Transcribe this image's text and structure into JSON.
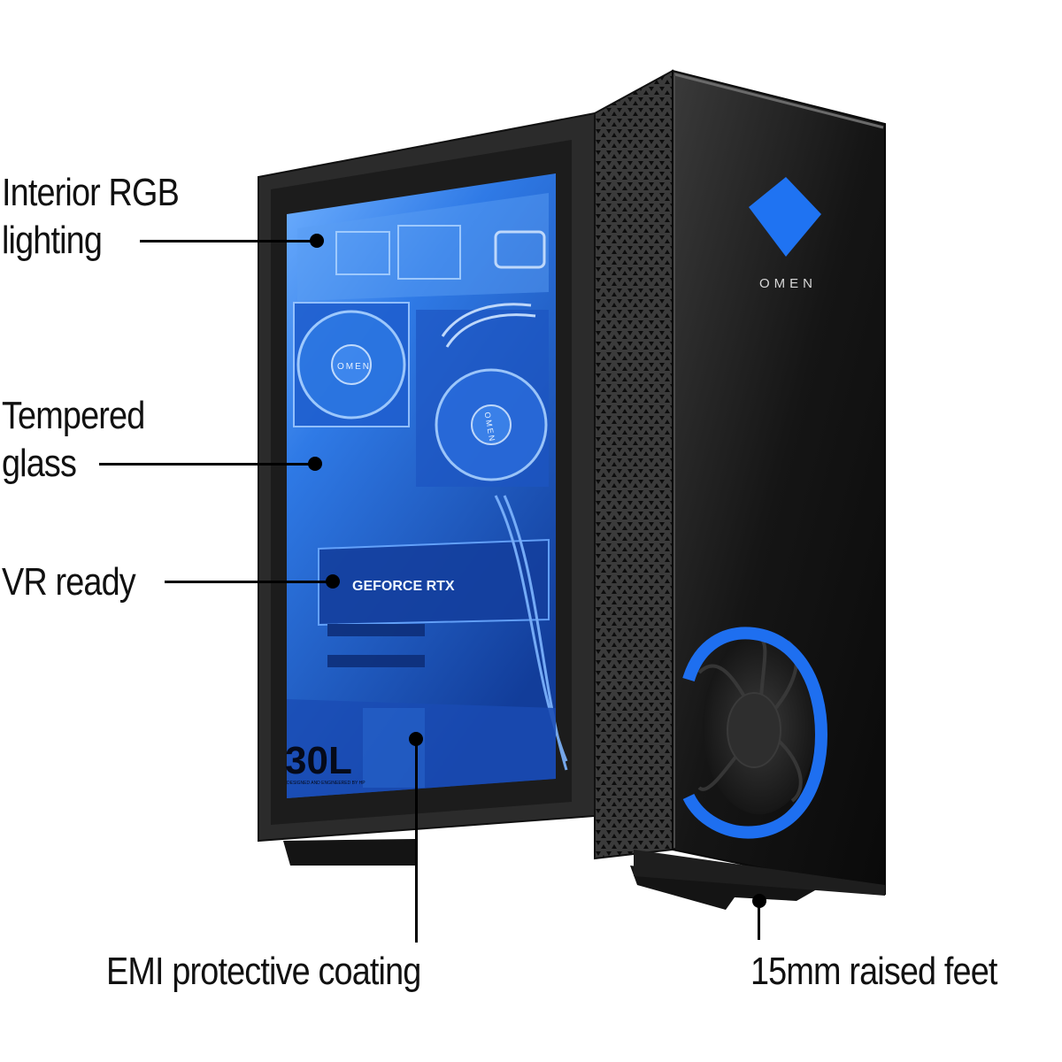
{
  "product": {
    "brand_logo_text": "OMEN",
    "fan_logo_text": "OMEN",
    "cooler_logo_text": "OMEN",
    "gpu_text": "GEFORCE RTX",
    "case_size_text": "30L",
    "case_size_subtext": "DESIGNED AND ENGINEERED BY HP"
  },
  "callouts": [
    {
      "id": "interior-rgb",
      "line1": "Interior RGB",
      "line2": "lighting"
    },
    {
      "id": "tempered-glass",
      "line1": "Tempered",
      "line2": "glass"
    },
    {
      "id": "vr-ready",
      "line1": "VR ready"
    },
    {
      "id": "emi-coating",
      "line1": "EMI protective coating"
    },
    {
      "id": "raised-feet",
      "line1": "15mm raised feet"
    }
  ],
  "colors": {
    "accent_blue": "#1e6ff0",
    "glass_blue": "#2a6fd8",
    "case_black": "#1a1a1a",
    "text": "#111111"
  }
}
